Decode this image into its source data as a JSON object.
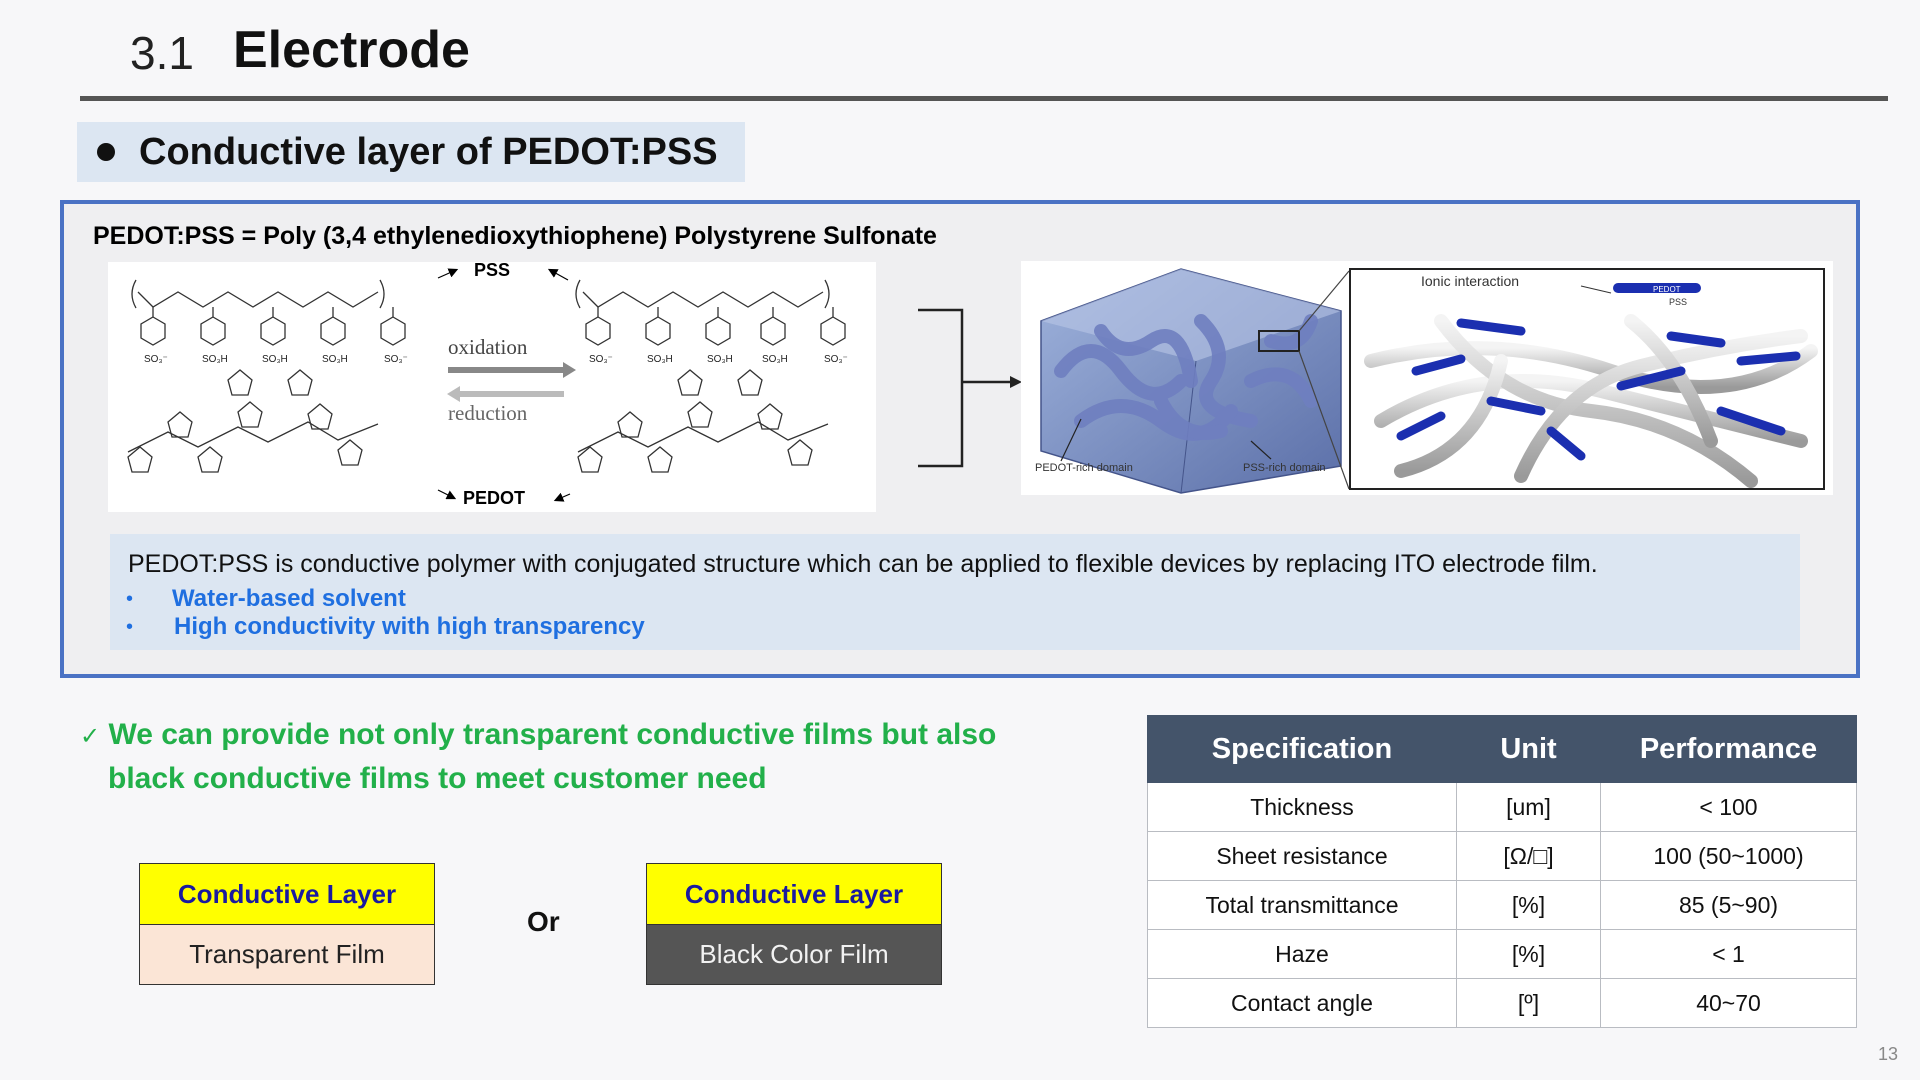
{
  "header": {
    "number": "3.1",
    "title": "Electrode"
  },
  "subheading": "Conductive layer of PEDOT:PSS",
  "definition": "PEDOT:PSS = Poly (3,4 ethylenedioxythiophene) Polystyrene Sulfonate",
  "chem_figure": {
    "pss_label": "PSS",
    "pedot_label": "PEDOT",
    "oxidation": "oxidation",
    "reduction": "reduction",
    "so3_minus": "SO₃⁻",
    "so3h": "SO₃H"
  },
  "morph_figure": {
    "ionic": "Ionic interaction",
    "pedot_rich": "PEDOT-rich domain",
    "pss_rich": "PSS-rich domain",
    "legend_pedot": "PEDOT",
    "legend_pss": "PSS"
  },
  "description": {
    "text": "PEDOT:PSS is conductive polymer with conjugated structure which can be applied to flexible devices by replacing ITO electrode film.",
    "bullets": [
      "Water-based solvent",
      "High conductivity with high transparency"
    ]
  },
  "message": {
    "check": "✓",
    "line1": "We can provide not only transparent conductive films but also",
    "line2": "black conductive films to meet customer need"
  },
  "layers": {
    "left": {
      "top": "Conductive Layer",
      "bottom": "Transparent Film"
    },
    "or": "Or",
    "right": {
      "top": "Conductive Layer",
      "bottom": "Black Color Film"
    }
  },
  "table": {
    "headers": [
      "Specification",
      "Unit",
      "Performance"
    ],
    "rows": [
      [
        "Thickness",
        "[um]",
        "< 100"
      ],
      [
        "Sheet resistance",
        "[Ω/□]",
        "100 (50~1000)"
      ],
      [
        "Total transmittance",
        "[%]",
        "85 (5~90)"
      ],
      [
        "Haze",
        "[%]",
        "< 1"
      ],
      [
        "Contact angle",
        "[º]",
        "40~70"
      ]
    ]
  },
  "colors": {
    "accent_blue": "#4a72c4",
    "bullet_blue": "#1f6fe0",
    "green": "#22b04a",
    "table_header": "#44546a",
    "highlight_yellow": "#ffff00"
  },
  "page_number": "13"
}
